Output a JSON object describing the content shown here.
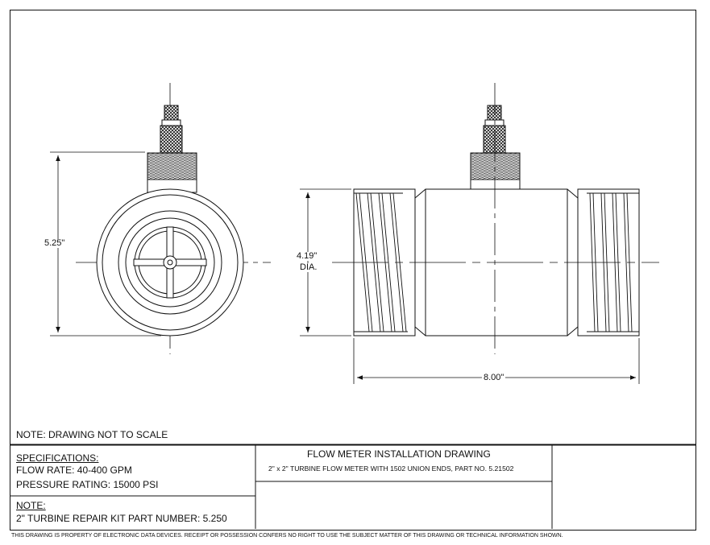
{
  "dimensions": {
    "height": "5.25\"",
    "diameter_value": "4.19\"",
    "diameter_unit": "DIA.",
    "length": "8.00\""
  },
  "notes": {
    "scale_note": "NOTE: DRAWING NOT TO SCALE"
  },
  "title_block": {
    "title": "FLOW METER INSTALLATION DRAWING",
    "subtitle": "2\" x 2\" TURBINE FLOW METER WITH 1502 UNION ENDS, PART NO. 5.21502",
    "specs_heading": "SPECIFICATIONS:",
    "flow_rate": "FLOW RATE:  40-400 GPM",
    "pressure_rating": "PRESSURE RATING:  15000 PSI",
    "note_heading": "NOTE:",
    "repair_kit": "2\" TURBINE REPAIR KIT PART NUMBER:  5.250"
  },
  "footer": {
    "disclaimer": "THIS DRAWING IS PROPERTY OF ELECTRONIC DATA DEVICES.  RECEIPT OR POSSESSION CONFERS NO RIGHT TO USE THE SUBJECT MATTER OF THIS DRAWING OR TECHNICAL INFORMATION SHOWN."
  },
  "colors": {
    "line": "#111111",
    "paper": "#ffffff"
  }
}
